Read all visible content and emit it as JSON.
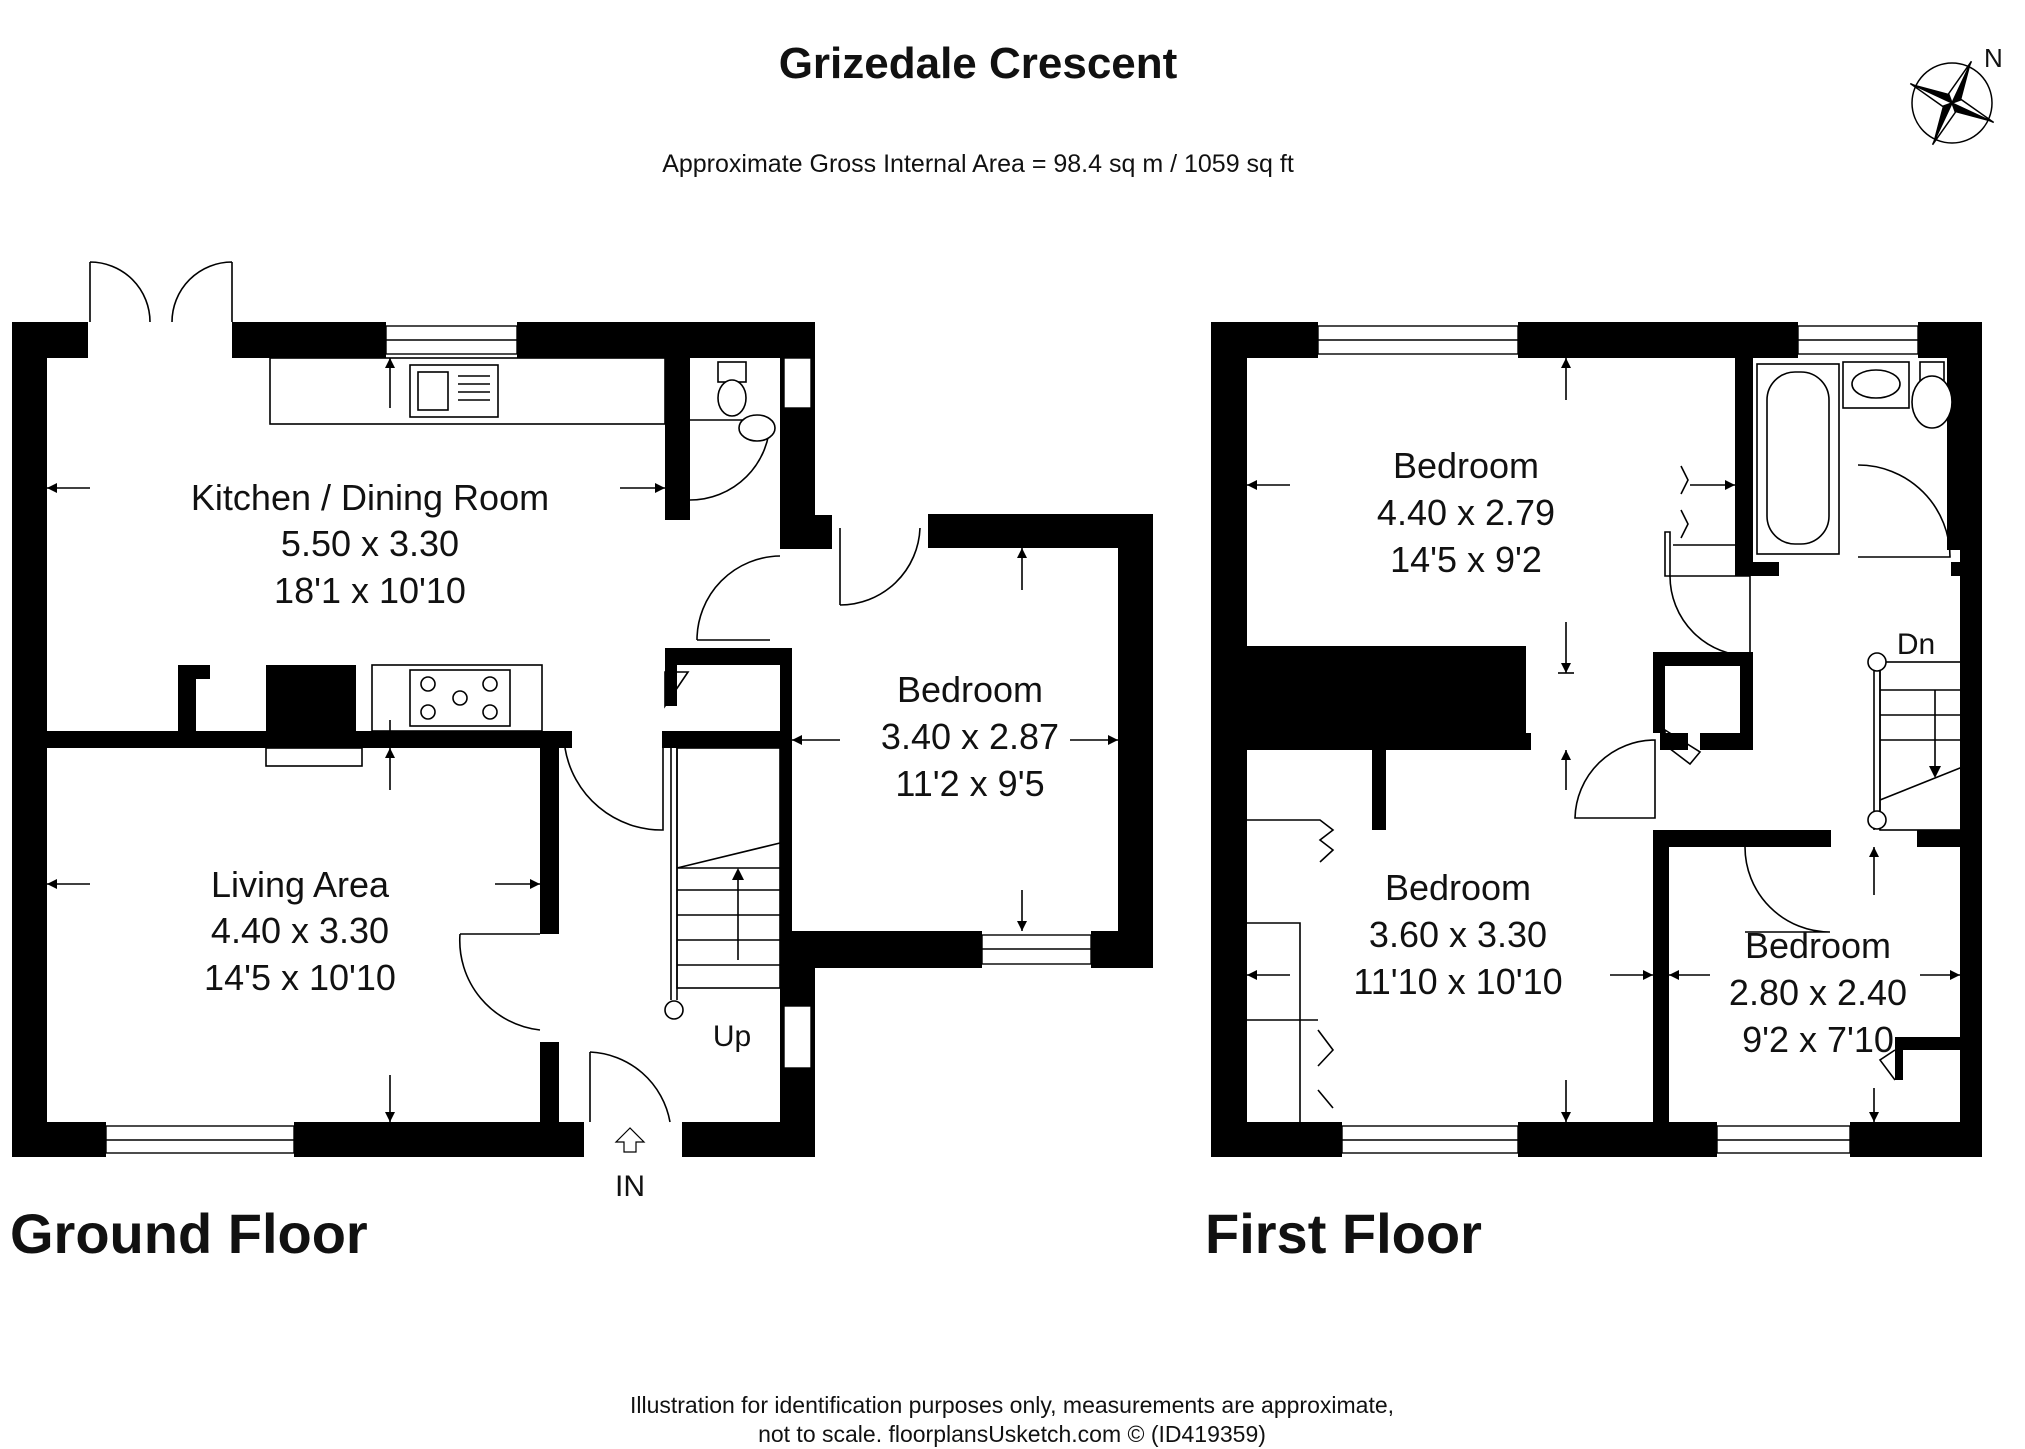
{
  "title": "Grizedale Crescent",
  "gross_area": "Approximate Gross Internal Area = 98.4 sq m / 1059 sq ft",
  "compass_label": "N",
  "compass_icon": "compass-rose-icon",
  "ground_floor": {
    "label": "Ground Floor",
    "rooms": [
      {
        "name": "Kitchen / Dining Room",
        "metric": "5.50 x 3.30",
        "imperial": "18'1 x 10'10"
      },
      {
        "name": "Bedroom",
        "metric": "3.40 x 2.87",
        "imperial": "11'2 x 9'5"
      },
      {
        "name": "Living Area",
        "metric": "4.40 x 3.30",
        "imperial": "14'5 x 10'10"
      }
    ],
    "stairs_label": "Up",
    "entrance_label": "IN"
  },
  "first_floor": {
    "label": "First Floor",
    "rooms": [
      {
        "name": "Bedroom",
        "metric": "4.40 x 2.79",
        "imperial": "14'5 x 9'2"
      },
      {
        "name": "Bedroom",
        "metric": "3.60 x 3.30",
        "imperial": "11'10 x 10'10"
      },
      {
        "name": "Bedroom",
        "metric": "2.80 x 2.40",
        "imperial": "9'2 x 7'10"
      }
    ],
    "stairs_label": "Dn"
  },
  "disclaimer": {
    "line1": "Illustration for identification purposes only, measurements are approximate,",
    "line2": "not to scale. floorplansUsketch.com © (ID419359)"
  },
  "colors": {
    "walls": "#000000",
    "background": "#ffffff",
    "text": "#111111"
  }
}
